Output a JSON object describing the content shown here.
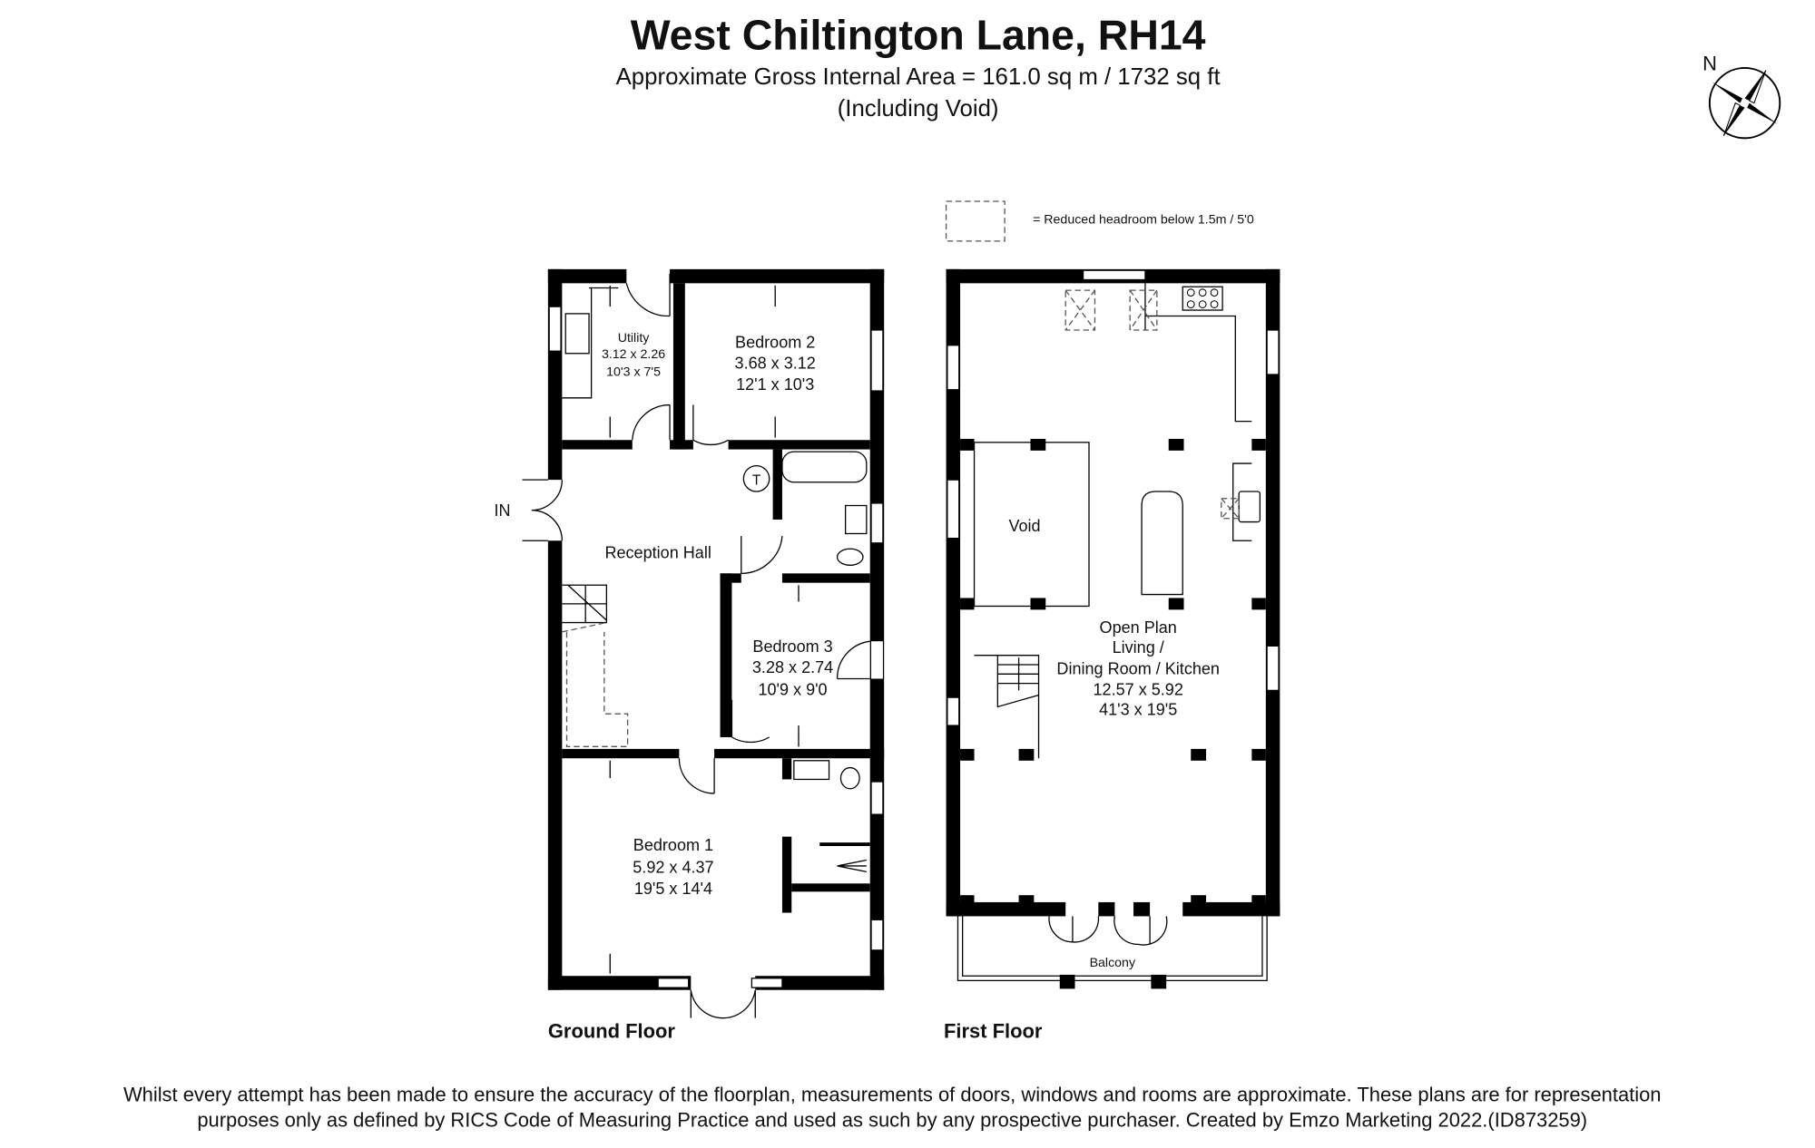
{
  "header": {
    "title": "West Chiltington Lane, RH14",
    "area": "Approximate Gross Internal Area = 161.0 sq m / 1732 sq ft",
    "note": "(Including Void)"
  },
  "compass": {
    "label": "N"
  },
  "legend": {
    "text": "= Reduced headroom below 1.5m / 5'0"
  },
  "ground_floor": {
    "label": "Ground Floor",
    "entrance": "IN",
    "tank": "T",
    "rooms": [
      {
        "name": "Utility",
        "metric": "3.12 x 2.26",
        "imperial": "10'3 x 7'5"
      },
      {
        "name": "Bedroom 2",
        "metric": "3.68 x 3.12",
        "imperial": "12'1 x 10'3"
      },
      {
        "name": "Reception Hall"
      },
      {
        "name": "Bedroom 3",
        "metric": "3.28 x 2.74",
        "imperial": "10'9 x 9'0"
      },
      {
        "name": "Bedroom 1",
        "metric": "5.92 x 4.37",
        "imperial": "19'5 x 14'4"
      }
    ]
  },
  "first_floor": {
    "label": "First Floor",
    "void": "Void",
    "balcony": "Balcony",
    "main_room": {
      "line1": "Open Plan",
      "line2": "Living /",
      "line3": "Dining Room / Kitchen",
      "metric": "12.57 x 5.92",
      "imperial": "41'3 x 19'5"
    }
  },
  "footer": {
    "line1": "Whilst every attempt has been made to ensure the accuracy of the floorplan, measurements of doors, windows and rooms are approximate. These plans are for representation",
    "line2": "purposes only as defined by RICS Code of Measuring Practice and used as such by any prospective purchaser. Created by Emzo Marketing 2022.(ID873259)"
  }
}
